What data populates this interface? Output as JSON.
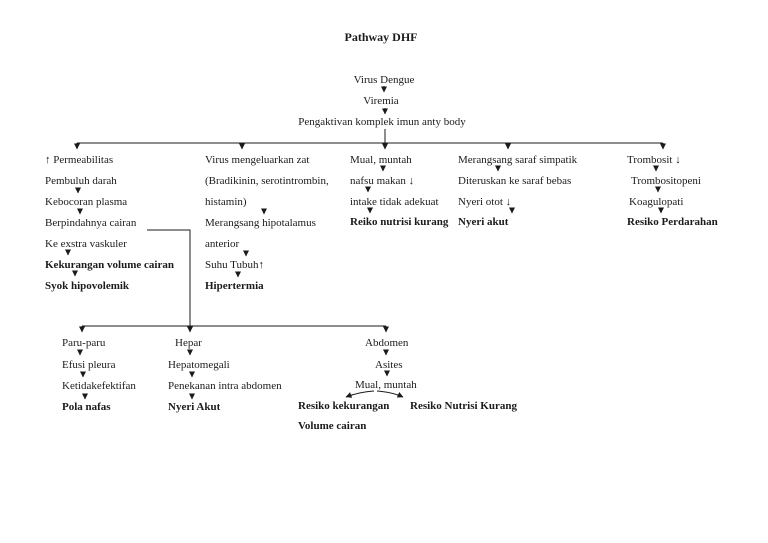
{
  "title": "Pathway DHF",
  "trunk": {
    "n1": "Virus Dengue",
    "n2": "Viremia",
    "n3": "Pengaktivan komplek imun anty body"
  },
  "upper": {
    "col1": [
      "↑ Permeabilitas",
      "Pembuluh darah",
      "Kebocoran plasma",
      "Berpindahnya cairan",
      "Ke exstra vaskuler",
      "Kekurangan volume cairan",
      "Syok hipovolemik"
    ],
    "col2": [
      "Virus mengeluarkan zat",
      "(Bradikinin, serotintrombin,",
      "histamin)",
      "Merangsang hipotalamus",
      "anterior",
      "Suhu Tubuh↑",
      "Hipertermia"
    ],
    "col3": [
      "Mual, muntah",
      "nafsu makan ↓",
      "intake tidak adekuat",
      "Reiko nutrisi kurang"
    ],
    "col4": [
      "Merangsang saraf simpatik",
      "Diteruskan ke saraf bebas",
      "Nyeri otot ↓",
      "Nyeri akut"
    ],
    "col5": [
      "Trombosit ↓",
      "Trombositopeni",
      "Koagulopati",
      "Resiko Perdarahan"
    ]
  },
  "lower": {
    "colA": [
      "Paru-paru",
      "Efusi pleura",
      "Ketidakefektifan",
      "Pola nafas"
    ],
    "colB": [
      "Hepar",
      "Hepatomegali",
      "Penekanan intra abdomen",
      "Nyeri Akut"
    ],
    "colC": [
      "Abdomen",
      "Asites",
      "Mual, muntah"
    ],
    "outcomes": {
      "left_line1": "Resiko kekurangan",
      "left_line2": "Volume cairan",
      "right": "Resiko Nutrisi Kurang"
    }
  },
  "colors": {
    "background": "#ffffff",
    "text": "#1b1b1b",
    "line": "#1b1b1b"
  }
}
